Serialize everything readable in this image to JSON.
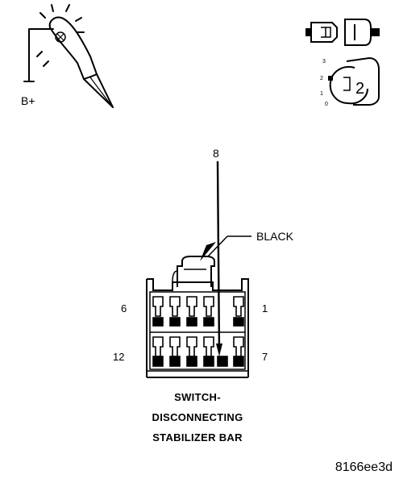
{
  "probe_tool": {
    "supply_label": "B+"
  },
  "ignition": {
    "positions": [
      "3",
      "2",
      "1",
      "0"
    ],
    "key_number": "2"
  },
  "connector": {
    "test_pin": "8",
    "wire_color": "BLACK",
    "pin_labels": {
      "top_left": "6",
      "top_right": "1",
      "bottom_left": "12",
      "bottom_right": "7"
    },
    "title_lines": [
      "SWITCH-",
      "DISCONNECTING",
      "STABILIZER BAR"
    ]
  },
  "figure_ref": "8166ee3d",
  "colors": {
    "ink": "#000000",
    "paper": "#ffffff"
  }
}
